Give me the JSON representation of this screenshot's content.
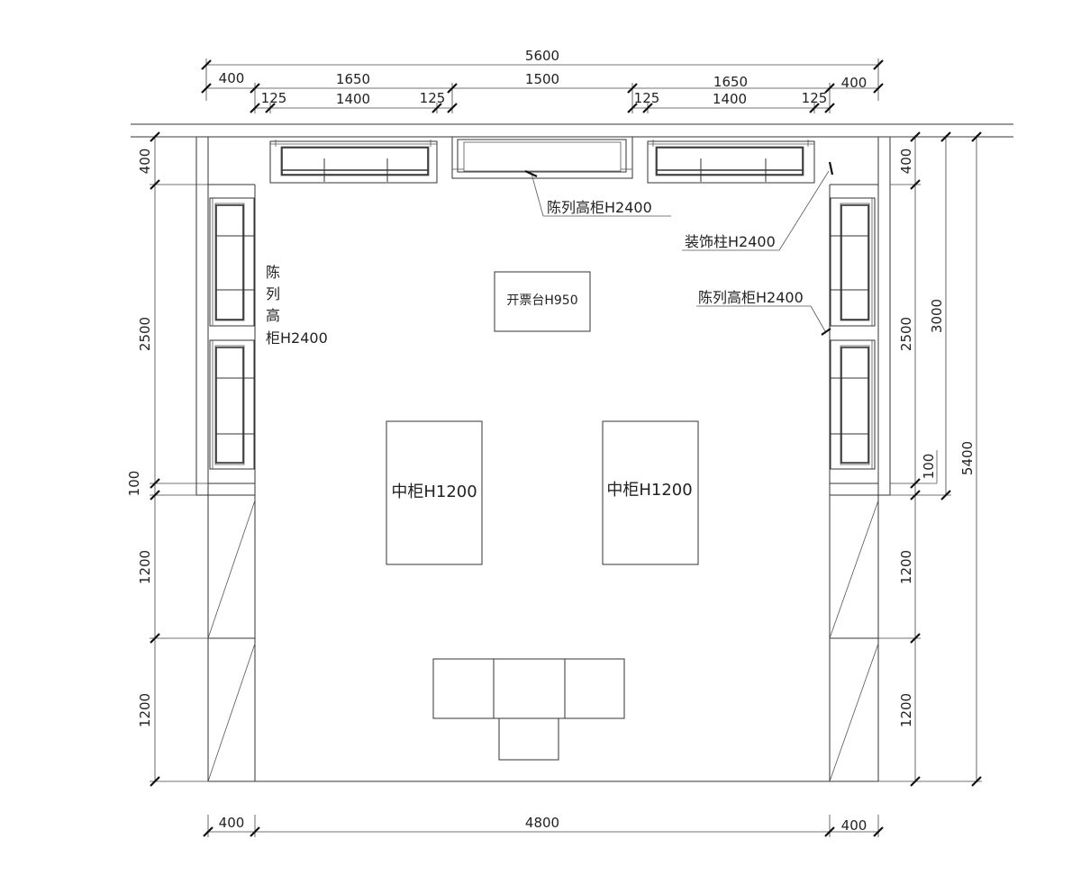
{
  "dimensions": {
    "top_total": "5600",
    "top_left_outer": "400",
    "top_left_span": "1650",
    "top_center_span": "1500",
    "top_right_span": "1650",
    "top_right_outer": "400",
    "top_sub_left_a": "125",
    "top_sub_left_b": "1400",
    "top_sub_left_c": "125",
    "top_sub_right_a": "125",
    "top_sub_right_b": "1400",
    "top_sub_right_c": "125",
    "left_400": "400",
    "left_2500": "2500",
    "left_100": "100",
    "left_1200_a": "1200",
    "left_1200_b": "1200",
    "right_400": "400",
    "right_2500": "2500",
    "right_100": "100",
    "right_1200_a": "1200",
    "right_1200_b": "1200",
    "right_3000": "3000",
    "right_5400": "5400",
    "bottom_left_400": "400",
    "bottom_center_4800": "4800",
    "bottom_right_400": "400"
  },
  "labels": {
    "top_cabinet": "陈列高柜H2400",
    "decor_column": "装饰柱H2400",
    "right_cabinet": "陈列高柜H2400",
    "left_cabinet_chars": [
      "陈",
      "列",
      "高",
      "柜H2400"
    ],
    "ticket_desk": "开票台H950",
    "center_cabinet_left": "中柜H1200",
    "center_cabinet_right": "中柜H1200"
  }
}
